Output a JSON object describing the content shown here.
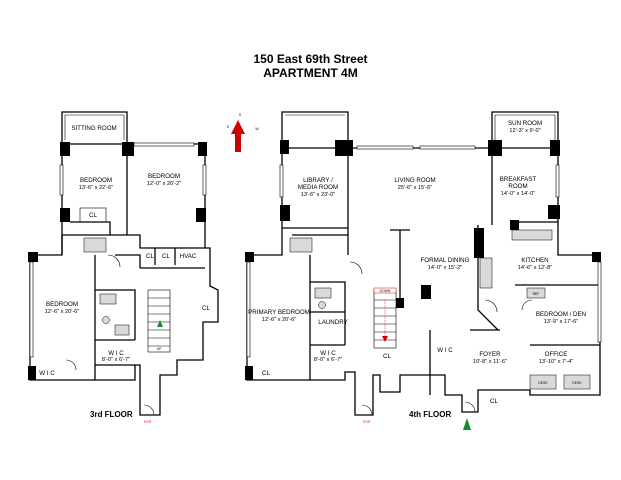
{
  "header": {
    "address": "150 East 69th Street",
    "unit": "APARTMENT 4M"
  },
  "floor3": {
    "label": "3rd FLOOR",
    "rooms": {
      "sitting_room": "SITTING ROOM",
      "bedroom_a_name": "BEDROOM",
      "bedroom_a_dims": "13'-6\" x 22'-6\"",
      "bedroom_b_name": "BEDROOM",
      "bedroom_b_dims": "12'-0\" x 20'-2\"",
      "bedroom_c_name": "BEDROOM",
      "bedroom_c_dims": "12'-6\" x 20'-6\"",
      "wic_name": "W I C",
      "wic_dims": "8'-0\" x 6'-7\"",
      "wic_small": "W I C",
      "cl_1": "CL",
      "cl_2": "CL",
      "cl_3": "CL",
      "cl_4": "CL",
      "hvac": "HVAC",
      "up": "UP",
      "exit": "EXIT"
    }
  },
  "floor4": {
    "label": "4th FLOOR",
    "rooms": {
      "library_name_1": "LIBRARY /",
      "library_name_2": "MEDIA ROOM",
      "library_dims": "13'-6\" x 23'-0\"",
      "living_name": "LIVING ROOM",
      "living_dims": "25'-6\" x 15'-6\"",
      "sun_name": "SUN ROOM",
      "sun_dims": "12'-3\" x 9'-0\"",
      "breakfast_name_1": "BREAKFAST",
      "breakfast_name_2": "ROOM",
      "breakfast_dims": "14'-0\" x 14'-0\"",
      "formal_name": "FORMAL DINING",
      "formal_dims": "14'-0\" x 15'-2\"",
      "kitchen_name": "KITCHEN",
      "kitchen_dims": "14'-6\" x 12'-8\"",
      "primary_name": "PRIMARY BEDROOM",
      "primary_dims": "12'-6\" x 20'-6\"",
      "laundry": "LAUNDRY",
      "wic_name": "W I C",
      "wic_dims": "8'-0\" x 6'-7\"",
      "wic_small": "W I C",
      "foyer_name": "FOYER",
      "foyer_dims": "10'-8\" x 11'-6\"",
      "den_name": "BEDROOM / DEN",
      "den_dims": "13'-9\" x 17'-6\"",
      "office_name": "OFFICE",
      "office_dims": "13'-10\" x 7'-4\"",
      "cl_1": "CL",
      "cl_2": "CL",
      "cl_3": "CL",
      "down": "DOWN",
      "exit": "EXIT",
      "desk_1": "DESK",
      "desk_2": "DESK",
      "ref": "REF"
    }
  },
  "compass": {
    "n": "S",
    "w": "W",
    "e": "E"
  },
  "colors": {
    "wall": "#000000",
    "compass_red": "#cc0000",
    "entry_green": "#1a8a2e",
    "exit_red": "#d00000"
  }
}
